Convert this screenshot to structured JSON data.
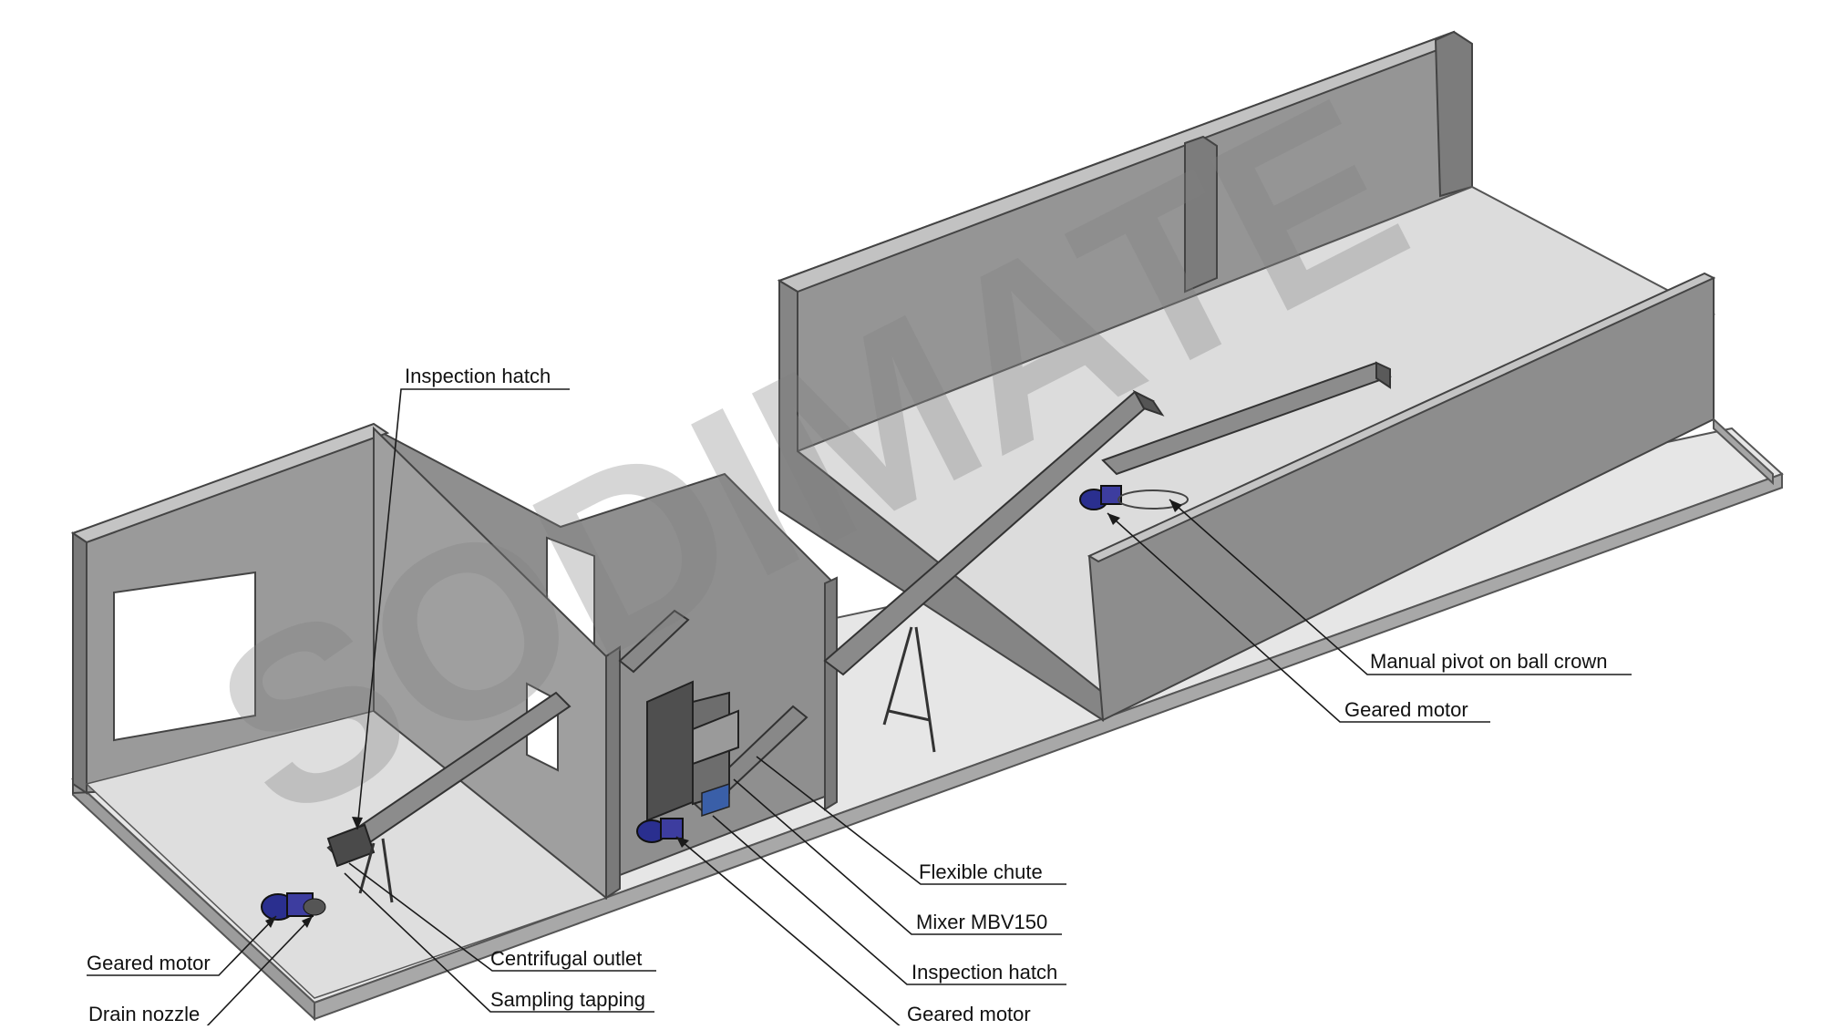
{
  "watermark": "SODIMATE",
  "colors": {
    "wall_top": "#b4b4b4",
    "wall_face": "#8e8e8e",
    "wall_dark": "#6f6f6f",
    "floor": "#e2e2e2",
    "slab_edge": "#a9a9a9",
    "conveyor": "#8a8a8a",
    "conveyor_dark": "#4e4e4e",
    "motor": "#2a2f8f",
    "line": "#1a1a1a"
  },
  "labels": [
    {
      "id": "inspection-hatch-top",
      "text": "Inspection hatch"
    },
    {
      "id": "manual-pivot",
      "text": "Manual pivot on ball crown"
    },
    {
      "id": "geared-motor-right",
      "text": "Geared motor"
    },
    {
      "id": "flexible-chute",
      "text": "Flexible chute"
    },
    {
      "id": "mixer",
      "text": "Mixer MBV150"
    },
    {
      "id": "inspection-hatch-bottom",
      "text": "Inspection hatch"
    },
    {
      "id": "geared-motor-middle",
      "text": "Geared motor"
    },
    {
      "id": "geared-motor-left",
      "text": "Geared motor"
    },
    {
      "id": "centrifugal-outlet",
      "text": "Centrifugal outlet"
    },
    {
      "id": "drain-nozzle",
      "text": "Drain nozzle"
    },
    {
      "id": "sampling-tapping",
      "text": "Sampling tapping"
    }
  ]
}
